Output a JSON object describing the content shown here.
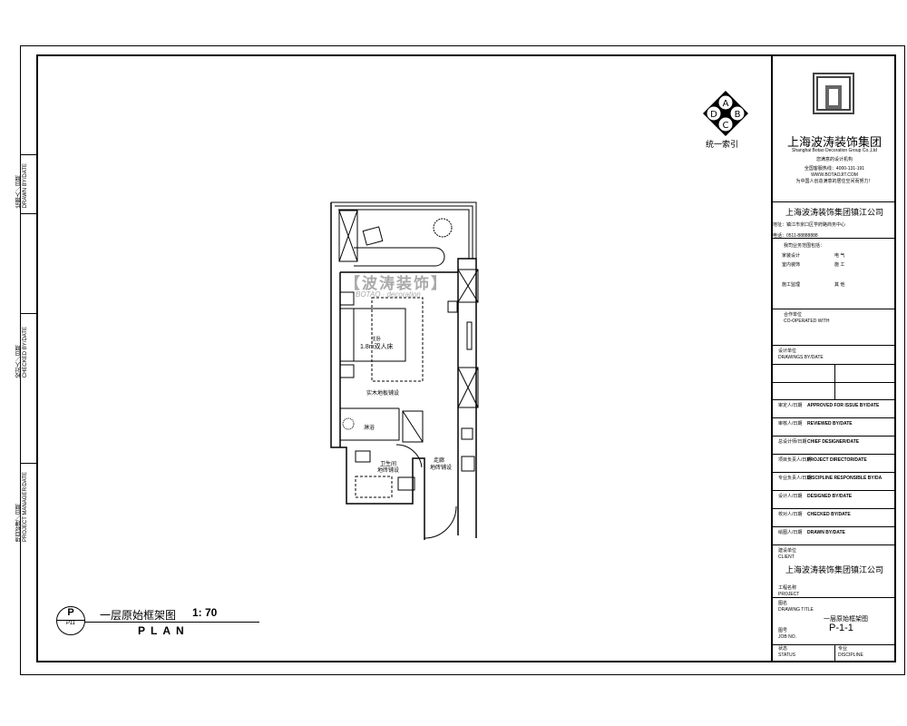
{
  "left_strip": {
    "drawn_by": "绘图人／日期",
    "drawn_by_en": "DRAWN BY/DATE",
    "checked_by": "校对人／日期",
    "checked_by_en": "CHECKED BY/DATE",
    "project_manager": "项目经理／日期",
    "project_manager_en": "PROJECT MANAGER/DATE"
  },
  "index_symbol": {
    "letters": [
      "A",
      "B",
      "C",
      "D"
    ],
    "label": "统一索引"
  },
  "floor_plan": {
    "watermark": "【波涛装饰】",
    "watermark_en": "BOTAO · decoration",
    "bed_label": "主卧",
    "bed_size": "1.8m双人床",
    "floor_main": "实木地板铺设",
    "shower": "淋浴",
    "bath_label": "卫生间",
    "bath_floor": "地砖铺设",
    "corridor_label": "走廊",
    "corridor_floor": "地砖铺设"
  },
  "drawing_title": {
    "symbol_letter": "P",
    "symbol_sub": "P11",
    "title_cn": "一层原始框架图",
    "scale": "1: 70",
    "title_en": "PLAN"
  },
  "title_block": {
    "company": "上海波涛装饰集团",
    "company_en": "Shanghai Botao Decoration Group Co.,Ltd",
    "slogan": "您满意的设计机构",
    "hotline": "全国客服热线：4000-131-191",
    "website": "WWW.BOTAOJIT.COM",
    "tagline": "为中国人创造满意的居住空间而努力！",
    "branch": "上海波涛装饰集团镇江公司",
    "address": "地址：镇江市京口区学府路商务中心",
    "phone": "电话：0511-88888888",
    "notice": "我司业务范围包括：",
    "fields": [
      "家装设计",
      "电 气",
      "室内装饰",
      "施 工",
      "施工监理",
      "其 他"
    ],
    "co_operated": "合作单位",
    "co_operated_en": "CO-OPERATED WITH",
    "drawings_by": "设计单位",
    "drawings_by_en": "DRAWINGS BY/DATE",
    "signatures": [
      {
        "cn": "审定人/日期",
        "en": "APPROVED FOR ISSUE BY/DATE"
      },
      {
        "cn": "审核人/日期",
        "en": "REVIEWED BY/DATE"
      },
      {
        "cn": "总设计师/日期",
        "en": "CHIEF DESIGNER/DATE"
      },
      {
        "cn": "项目负责人/日期",
        "en": "PROJECT DIRECTOR/DATE"
      },
      {
        "cn": "专业负责人/日期",
        "en": "DISCIPLINE RESPONSIBLE BY/DA"
      },
      {
        "cn": "设计人/日期",
        "en": "DESIGNED BY/DATE"
      },
      {
        "cn": "校对人/日期",
        "en": "CHECKED BY/DATE"
      },
      {
        "cn": "绘图人/日期",
        "en": "DRAWN BY/DATE"
      }
    ],
    "client_cn": "建设单位",
    "client_en": "CLIENT",
    "client_value": "上海波涛装饰集团镇江公司",
    "project_cn": "工程名称",
    "project_en": "PROJECT",
    "drawing_title_cn": "图名",
    "drawing_title_en": "DRAWING TITLE",
    "drawing_title_value": "一层原始框架图",
    "job_no_cn": "图号",
    "job_no_en": "JOB NO.",
    "job_no_value": "P-1-1",
    "status_cn": "状态",
    "status_en": "STATUS",
    "discipline_cn": "专业",
    "discipline_en": "DISCIPLINE"
  }
}
